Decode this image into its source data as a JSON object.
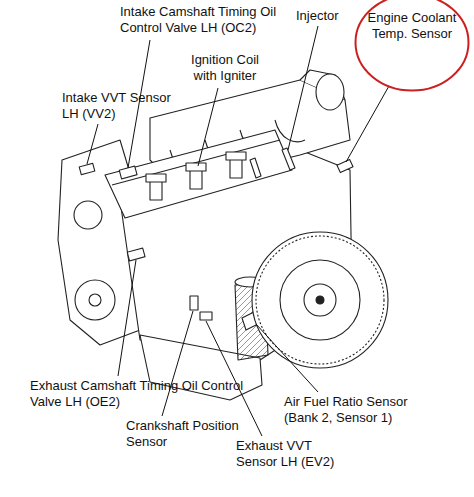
{
  "diagram": {
    "nodes": [
      {
        "text": [
          "Engine Coolant Temp. Sensor"
        ]
      }
    ],
    "labels": [
      "Intake Camshaft Timing Oil Control Valve LH (OC2)",
      "Ignition Coil with Igniter",
      "Injector",
      "Intake VVT Sensor LH (VV2)",
      "Exhaust Camshaft Timing Oil Control Valve LH (OE2)",
      "Crankshaft Position Sensor",
      "Air Fuel Ratio Sensor (Bank 2, Sensor 1)",
      "Exhaust VVT Sensor LH (EV2)"
    ]
  }
}
